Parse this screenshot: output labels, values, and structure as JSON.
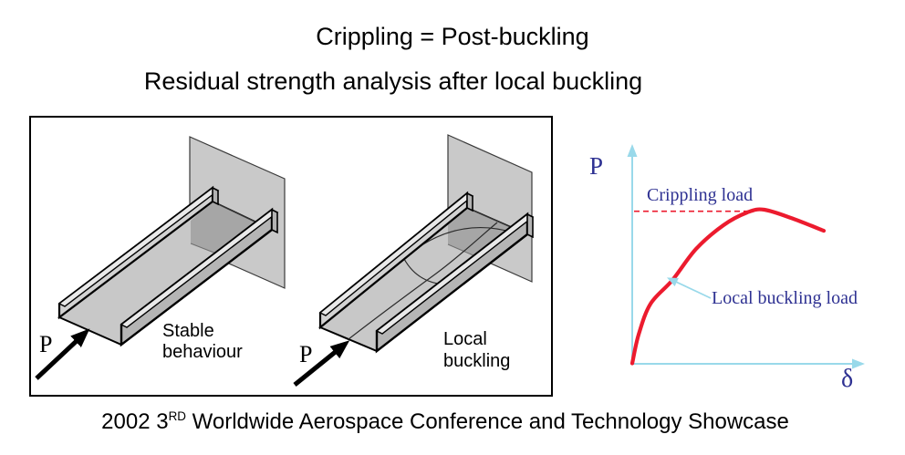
{
  "slide": {
    "title": "Crippling = Post-buckling",
    "subtitle": "Residual strength analysis after local buckling",
    "footer": {
      "prefix": "2002 3",
      "superscript": "RD",
      "suffix": " Worldwide Aerospace Conference and Technology Showcase"
    }
  },
  "diagram": {
    "stable": {
      "label_line1": "Stable",
      "label_line2": "behaviour",
      "load_label": "P"
    },
    "buckled": {
      "label_line1": "Local",
      "label_line2": "buckling",
      "load_label": "P"
    }
  },
  "chart": {
    "y_label": "P",
    "x_label": "δ",
    "crippling_annotation": "Crippling load",
    "local_buckling_annotation": "Local buckling load",
    "colors": {
      "axis": "#99d9ea",
      "curve": "#ec1b2e",
      "text": "#2e3192"
    }
  },
  "chart_data": {
    "type": "line",
    "title": "",
    "xlabel": "δ",
    "ylabel": "P",
    "ticks": "none (qualitative sketch)",
    "grid": false,
    "series": [
      {
        "name": "load vs end-displacement curve",
        "points": [
          [
            0.0,
            0.0
          ],
          [
            0.033,
            0.185
          ],
          [
            0.095,
            0.387
          ],
          [
            0.21,
            0.542
          ],
          [
            0.333,
            0.744
          ],
          [
            0.476,
            0.899
          ],
          [
            0.6,
            0.982
          ],
          [
            0.69,
            1.0
          ],
          [
            0.843,
            0.94
          ],
          [
            1.0,
            0.863
          ]
        ]
      }
    ],
    "annotations": [
      {
        "text": "Crippling load",
        "level": 0.99,
        "style": "dashed-horizontal-line"
      },
      {
        "text": "Local buckling load",
        "at_point": [
          0.21,
          0.542
        ],
        "style": "arrow-to-curve"
      }
    ]
  }
}
